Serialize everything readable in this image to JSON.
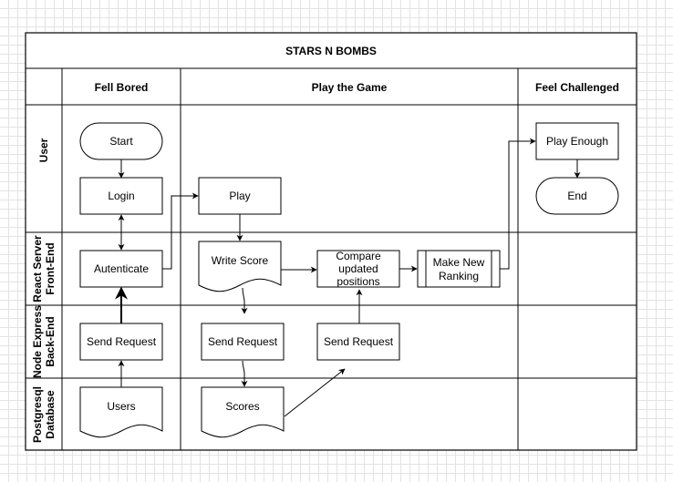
{
  "title": "STARS N BOMBS",
  "columns": {
    "bored": "Fell Bored",
    "play": "Play the Game",
    "challenged": "Feel Challenged"
  },
  "lanes": {
    "user": "User",
    "react_l1": "React Server",
    "react_l2": "Front-End",
    "node_l1": "Node Express",
    "node_l2": "Back-End",
    "pg_l1": "Postgresql",
    "pg_l2": "Database"
  },
  "nodes": {
    "start": "Start",
    "login": "Login",
    "play": "Play",
    "play_enough": "Play Enough",
    "end": "End",
    "autenticate": "Autenticate",
    "write_score": "Write Score",
    "compare_l1": "Compare",
    "compare_l2": "updated",
    "compare_l3": "positions",
    "ranking_l1": "Make New",
    "ranking_l2": "Ranking",
    "send_request_1": "Send Request",
    "send_request_2": "Send Request",
    "send_request_3": "Send Request",
    "users": "Users",
    "scores": "Scores"
  }
}
